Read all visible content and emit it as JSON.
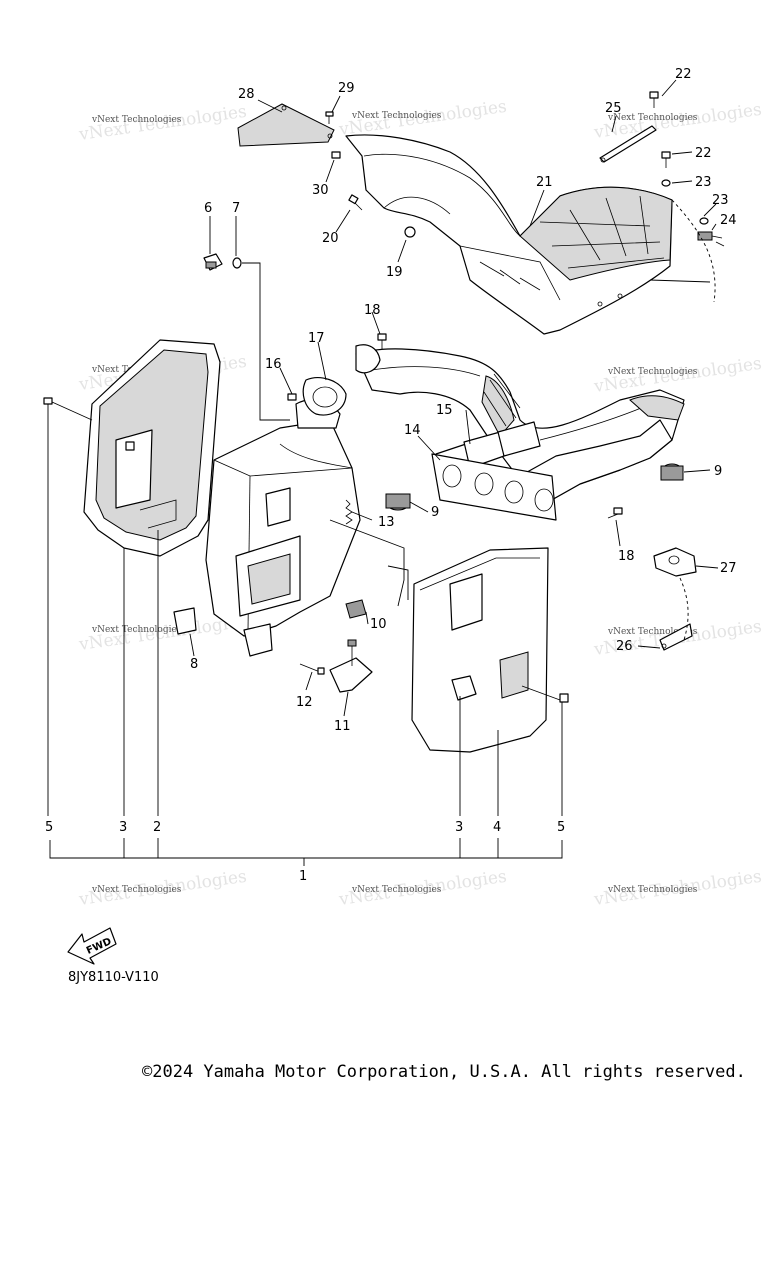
{
  "callouts": {
    "c1": "1",
    "c2": "2",
    "c3a": "3",
    "c3b": "3",
    "c4": "4",
    "c5a": "5",
    "c5b": "5",
    "c6": "6",
    "c7": "7",
    "c8": "8",
    "c9a": "9",
    "c9b": "9",
    "c10": "10",
    "c11": "11",
    "c12": "12",
    "c13": "13",
    "c14": "14",
    "c15": "15",
    "c16": "16",
    "c17": "17",
    "c18a": "18",
    "c18b": "18",
    "c19": "19",
    "c20": "20",
    "c21": "21",
    "c22a": "22",
    "c22b": "22",
    "c23a": "23",
    "c23b": "23",
    "c24": "24",
    "c25": "25",
    "c26": "26",
    "c27": "27",
    "c28": "28",
    "c29": "29",
    "c30": "30"
  },
  "watermark": {
    "line1": "vNext Technologies",
    "line2": "vNext Technologies"
  },
  "fwd_label": "FWD",
  "drawing_code": "8JY8110-V110",
  "copyright": "©2024 Yamaha Motor Corporation, U.S.A. All rights reserved."
}
